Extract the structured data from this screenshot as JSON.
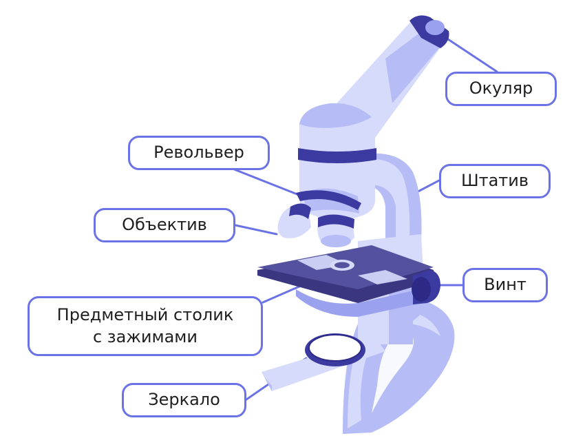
{
  "labels": {
    "eyepiece": "Окуляр",
    "revolver": "Револьвер",
    "tripod": "Штатив",
    "objective": "Объектив",
    "screw": "Винт",
    "stage_line1": "Предметный столик",
    "stage_line2": "с зажимами",
    "mirror": "Зеркало"
  },
  "colors": {
    "accent": "#6b72e6",
    "light": "#d7dbfb",
    "mid": "#b6bcf5",
    "shade": "#9aa1ee",
    "dark": "#3b3aa0",
    "darker": "#2c2a86",
    "stage": "#54519f",
    "stage_dark": "#3a3780"
  }
}
